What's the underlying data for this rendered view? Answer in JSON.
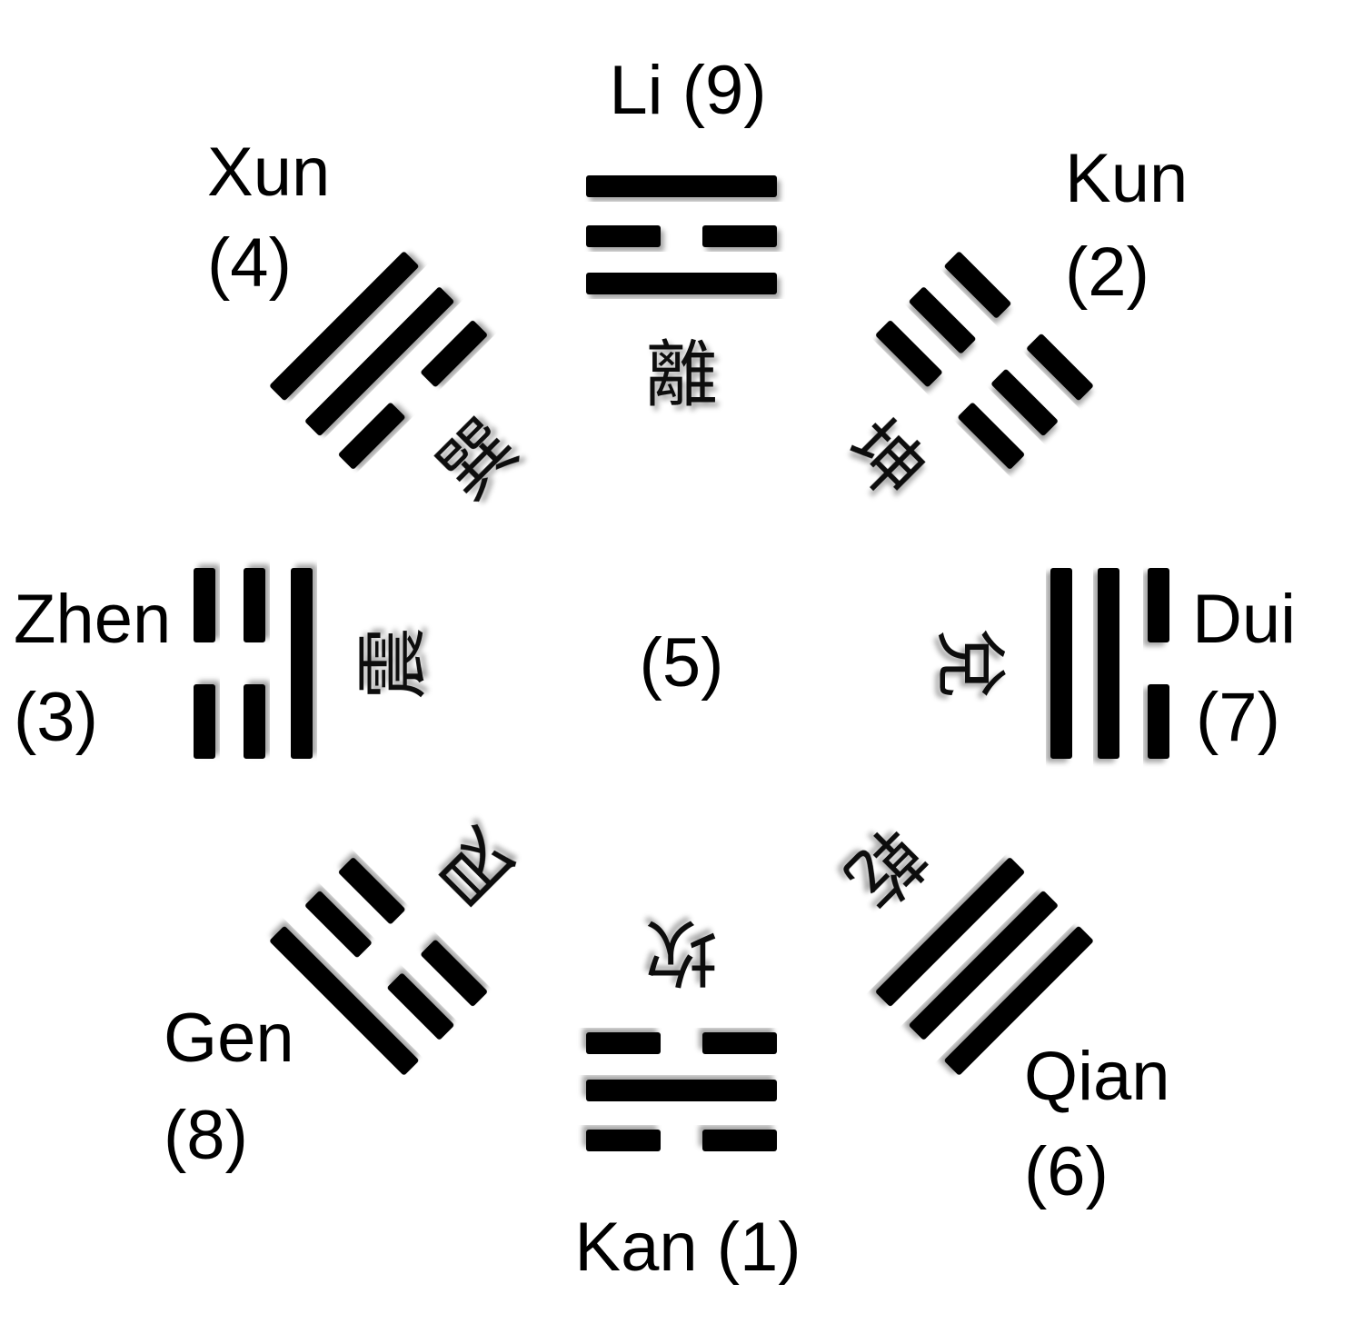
{
  "center_label": "(5)",
  "trigrams": [
    {
      "name": "Li",
      "number": "(9)",
      "character": "離",
      "direction": "top",
      "lines_outer_to_inner": [
        "solid",
        "broken",
        "solid"
      ]
    },
    {
      "name": "Kun",
      "number": "(2)",
      "character": "坤",
      "direction": "top-right",
      "lines_outer_to_inner": [
        "broken",
        "broken",
        "broken"
      ]
    },
    {
      "name": "Dui",
      "number": "(7)",
      "character": "兌",
      "direction": "right",
      "lines_outer_to_inner": [
        "broken",
        "solid",
        "solid"
      ]
    },
    {
      "name": "Qian",
      "number": "(6)",
      "character": "乾",
      "direction": "bottom-right",
      "lines_outer_to_inner": [
        "solid",
        "solid",
        "solid"
      ]
    },
    {
      "name": "Kan",
      "number": "(1)",
      "character": "坎",
      "direction": "bottom",
      "lines_outer_to_inner": [
        "broken",
        "solid",
        "broken"
      ]
    },
    {
      "name": "Gen",
      "number": "(8)",
      "character": "艮",
      "direction": "bottom-left",
      "lines_outer_to_inner": [
        "solid",
        "broken",
        "broken"
      ]
    },
    {
      "name": "Zhen",
      "number": "(3)",
      "character": "震",
      "direction": "left",
      "lines_outer_to_inner": [
        "broken",
        "broken",
        "solid"
      ]
    },
    {
      "name": "Xun",
      "number": "(4)",
      "character": "巽",
      "direction": "top-left",
      "lines_outer_to_inner": [
        "solid",
        "solid",
        "broken"
      ]
    }
  ],
  "colors": {
    "lines": "#000000",
    "background": "#ffffff"
  }
}
